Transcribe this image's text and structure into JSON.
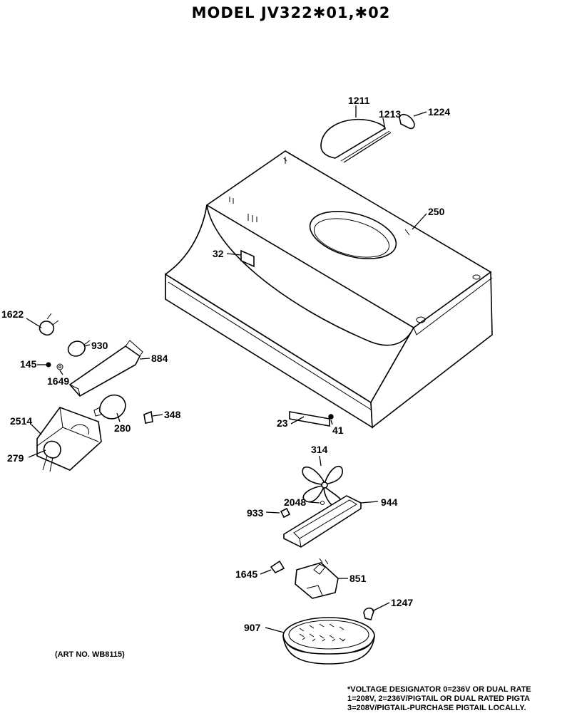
{
  "title": "MODEL JV322✱01,✱02",
  "art_number": "(ART NO. WB8115)",
  "voltage_note": [
    "*VOLTAGE DESIGNATOR 0=236V OR DUAL RATE",
    "1=208V, 2=236V/PIGTAIL OR DUAL RATED PIGTA",
    "3=208V/PIGTAIL-PURCHASE PIGTAIL LOCALLY."
  ],
  "callouts": {
    "c1211": "1211",
    "c1213": "1213",
    "c1224": "1224",
    "c250": "250",
    "c32": "32",
    "c1622": "1622",
    "c930": "930",
    "c145": "145",
    "c884": "884",
    "c1649": "1649",
    "c2514": "2514",
    "c348": "348",
    "c280": "280",
    "c279": "279",
    "c23": "23",
    "c41": "41",
    "c314": "314",
    "c2048": "2048",
    "c944": "944",
    "c933": "933",
    "c1645": "1645",
    "c851": "851",
    "c1247": "1247",
    "c907": "907"
  }
}
